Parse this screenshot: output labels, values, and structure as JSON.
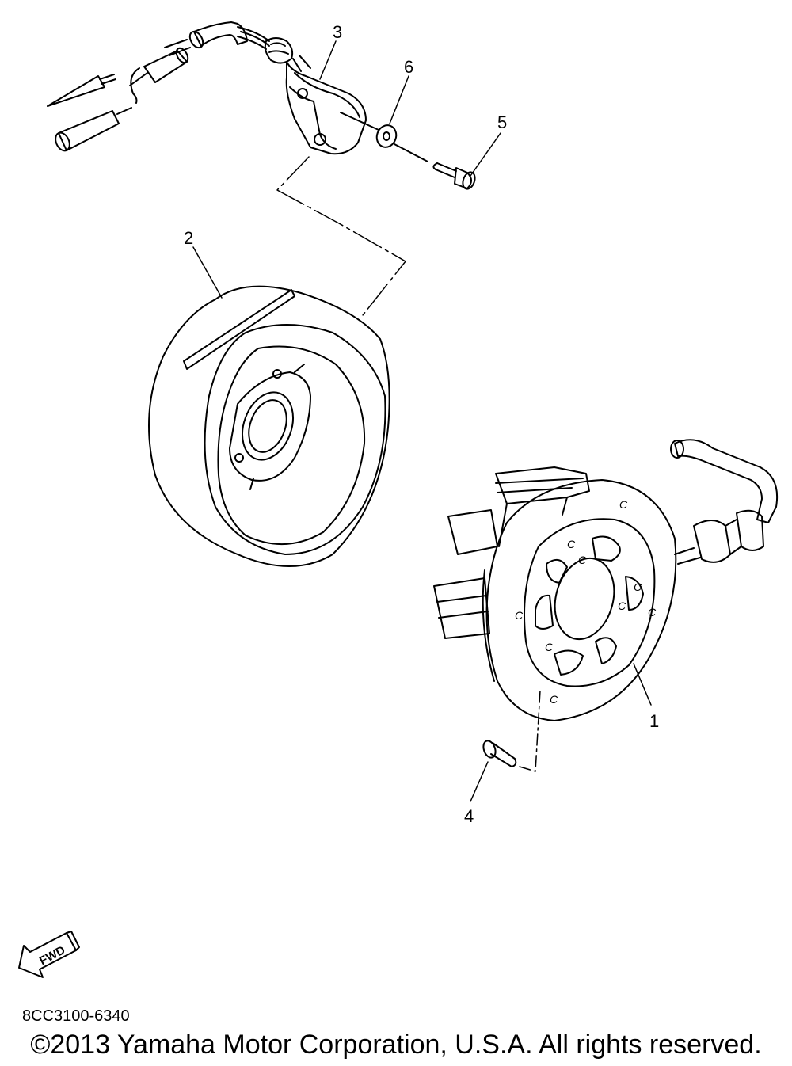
{
  "diagram": {
    "callouts": [
      {
        "id": "1",
        "part": "stator"
      },
      {
        "id": "2",
        "part": "rotor"
      },
      {
        "id": "3",
        "part": "pickup-coil"
      },
      {
        "id": "4",
        "part": "screw"
      },
      {
        "id": "5",
        "part": "bolt"
      },
      {
        "id": "6",
        "part": "washer"
      }
    ],
    "stator_mark": "C",
    "fwd_label": "FWD",
    "diagram_code": "8CC3100-6340",
    "copyright": "©2013 Yamaha Motor Corporation, U.S.A. All rights reserved."
  }
}
